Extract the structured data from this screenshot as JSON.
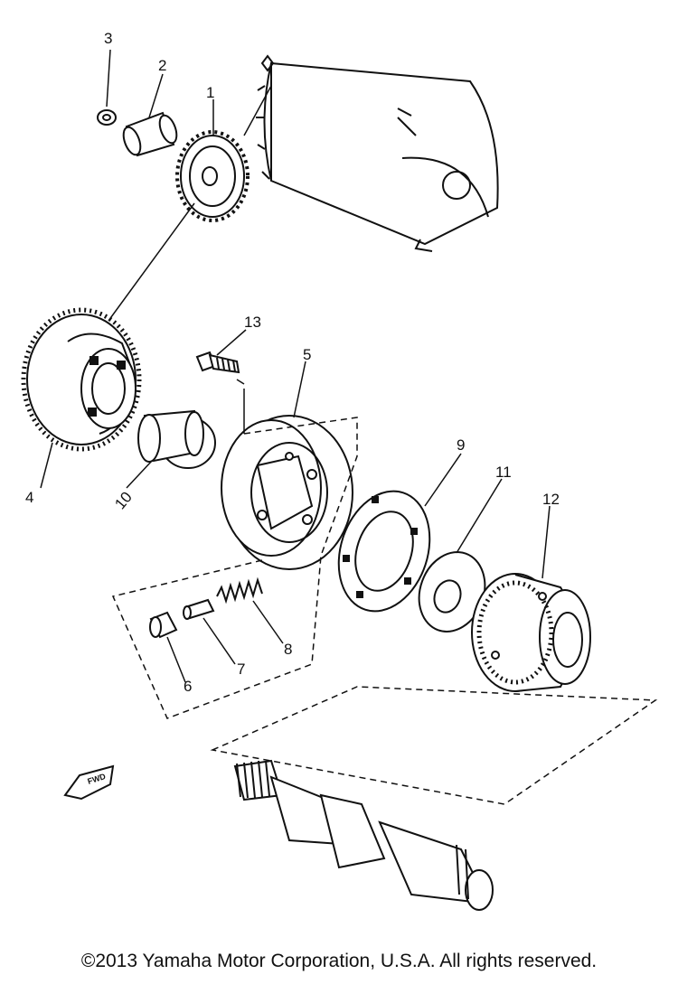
{
  "callouts": [
    {
      "id": "1",
      "label": "1"
    },
    {
      "id": "2",
      "label": "2"
    },
    {
      "id": "3",
      "label": "3"
    },
    {
      "id": "4",
      "label": "4"
    },
    {
      "id": "5",
      "label": "5"
    },
    {
      "id": "6",
      "label": "6"
    },
    {
      "id": "7",
      "label": "7"
    },
    {
      "id": "8",
      "label": "8"
    },
    {
      "id": "9",
      "label": "9"
    },
    {
      "id": "10",
      "label": "10"
    },
    {
      "id": "11",
      "label": "11"
    },
    {
      "id": "12",
      "label": "12"
    },
    {
      "id": "13",
      "label": "13"
    }
  ],
  "fwd_marker": {
    "label": "FWD",
    "icon": "arrow-icon"
  },
  "copyright": "©2013 Yamaha Motor Corporation, U.S.A. All rights reserved.",
  "colors": {
    "ink": "#111111",
    "paper": "#ffffff"
  }
}
